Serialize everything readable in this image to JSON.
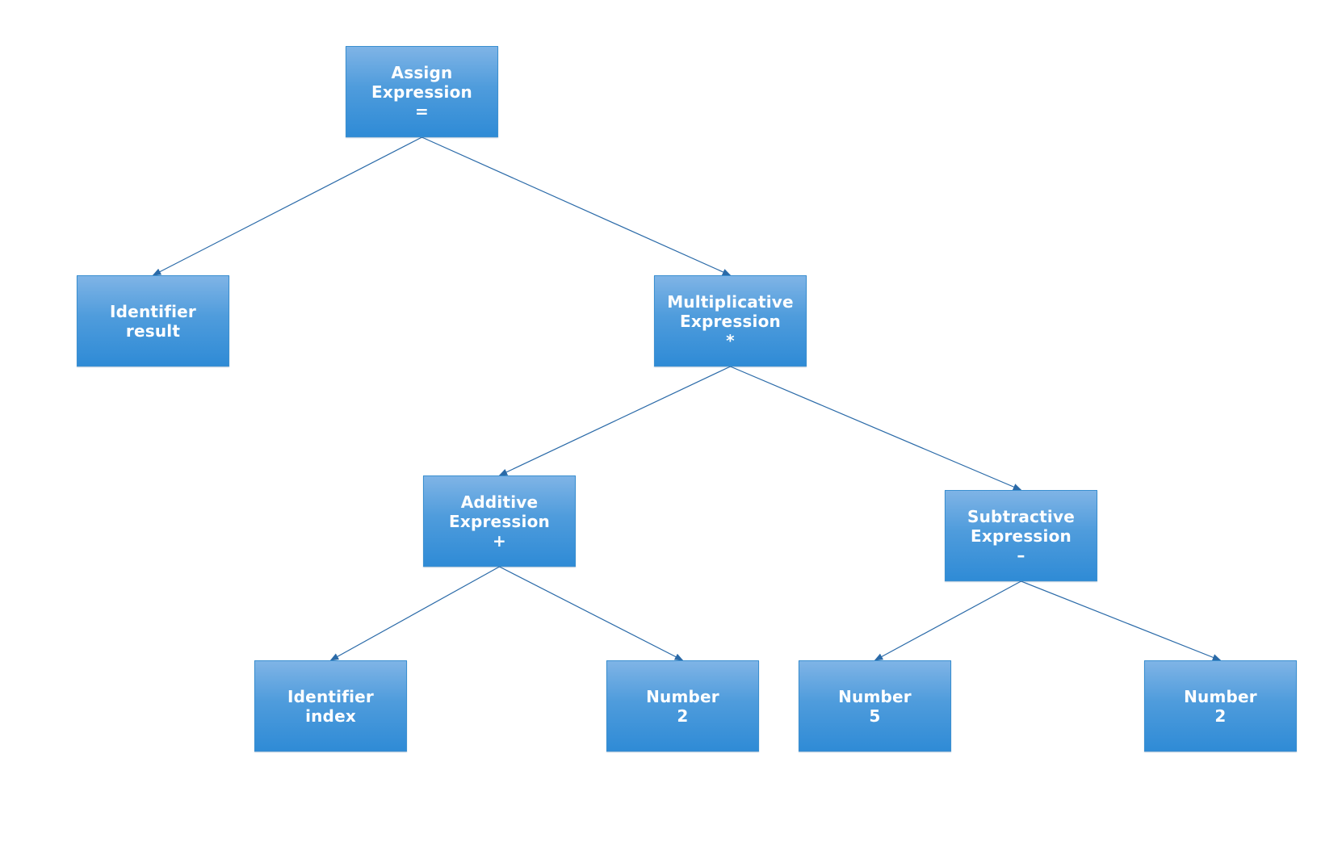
{
  "diagram": {
    "nodes": [
      {
        "id": "assign",
        "lines": [
          "Assign",
          "Expression",
          "="
        ]
      },
      {
        "id": "identifier-result",
        "lines": [
          "Identifier",
          "result"
        ]
      },
      {
        "id": "multiplicative",
        "lines": [
          "Multiplicative",
          "Expression",
          "*"
        ]
      },
      {
        "id": "additive",
        "lines": [
          "Additive",
          "Expression",
          "+"
        ]
      },
      {
        "id": "subtractive",
        "lines": [
          "Subtractive",
          "Expression",
          "–"
        ]
      },
      {
        "id": "identifier-index",
        "lines": [
          "Identifier",
          "index"
        ]
      },
      {
        "id": "number-2a",
        "lines": [
          "Number",
          "2"
        ]
      },
      {
        "id": "number-5",
        "lines": [
          "Number",
          "5"
        ]
      },
      {
        "id": "number-2b",
        "lines": [
          "Number",
          "2"
        ]
      }
    ],
    "edges": [
      {
        "from": "assign",
        "to": "identifier-result"
      },
      {
        "from": "assign",
        "to": "multiplicative"
      },
      {
        "from": "multiplicative",
        "to": "additive"
      },
      {
        "from": "multiplicative",
        "to": "subtractive"
      },
      {
        "from": "additive",
        "to": "identifier-index"
      },
      {
        "from": "additive",
        "to": "number-2a"
      },
      {
        "from": "subtractive",
        "to": "number-5"
      },
      {
        "from": "subtractive",
        "to": "number-2b"
      }
    ],
    "colors": {
      "node_top": "#7fb4e6",
      "node_bottom": "#2f8bd6",
      "edge": "#2a6aa8",
      "text": "#ffffff"
    }
  }
}
